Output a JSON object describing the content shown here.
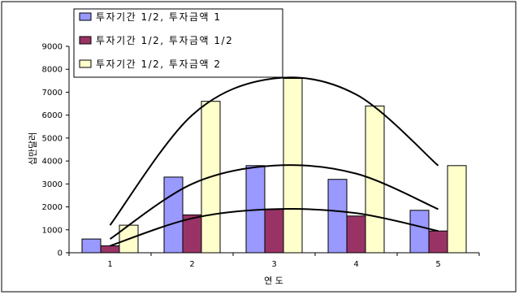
{
  "chart_data": {
    "type": "bar",
    "categories": [
      "1",
      "2",
      "3",
      "4",
      "5"
    ],
    "xlabel": "연 도",
    "ylabel": "십만달러",
    "ylim": [
      0,
      9000
    ],
    "yticks": [
      0,
      1000,
      2000,
      3000,
      4000,
      5000,
      6000,
      7000,
      8000,
      9000
    ],
    "grid": false,
    "legend_position": "top-left",
    "series": [
      {
        "name": "투자기간 1/2, 투자금액 1",
        "values": [
          600,
          3300,
          3800,
          3200,
          1850
        ],
        "color": "#9999ff"
      },
      {
        "name": "투자기간 1/2, 투자금액 1/2",
        "values": [
          300,
          1650,
          1900,
          1600,
          950
        ],
        "color": "#993366"
      },
      {
        "name": "투자기간 1/2, 투자금액 2",
        "values": [
          1200,
          6600,
          7600,
          6400,
          3800
        ],
        "color": "#ffffcc"
      }
    ],
    "trendlines": [
      {
        "type": "polynomial",
        "x": [
          1,
          2,
          3,
          4,
          5
        ],
        "values": [
          1200,
          6000,
          7600,
          6900,
          3800
        ]
      },
      {
        "type": "polynomial",
        "x": [
          1,
          2,
          3,
          4,
          5
        ],
        "values": [
          600,
          3000,
          3800,
          3450,
          1900
        ]
      },
      {
        "type": "polynomial",
        "x": [
          1,
          2,
          3,
          4,
          5
        ],
        "values": [
          300,
          1500,
          1900,
          1725,
          950
        ]
      }
    ]
  }
}
